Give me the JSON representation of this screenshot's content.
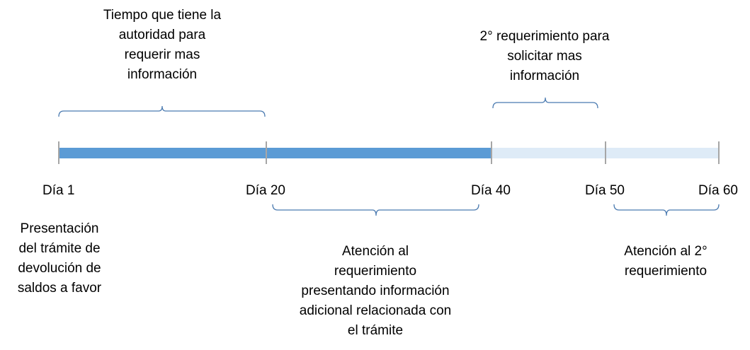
{
  "timeline": {
    "days": [
      "Día 1",
      "Día 20",
      "Día 40",
      "Día 50",
      "Día 60"
    ],
    "segments": [
      {
        "from": "Día 1",
        "to": "Día 20",
        "color": "#5b9bd5"
      },
      {
        "from": "Día 20",
        "to": "Día 40",
        "color": "#5b9bd5"
      },
      {
        "from": "Día 40",
        "to": "Día 50",
        "color": "#deebf7"
      },
      {
        "from": "Día 50",
        "to": "Día 60",
        "color": "#deebf7"
      }
    ],
    "tick_color": "#a6a6a6",
    "brace_color": "#4a7ab0"
  },
  "annotations": {
    "authority_time": "Tiempo que tiene la\nautoridad para\nrequerir mas\ninformación",
    "second_request": "2° requerimiento para\nsolicitar mas\ninformación",
    "presentation": "Presentación\ndel trámite de\ndevolución de\nsaldos a favor",
    "attention_first": "Atención al\nrequerimiento\npresentando información\nadicional relacionada con\nel trámite",
    "attention_second": "Atención al 2°\nrequerimiento"
  }
}
